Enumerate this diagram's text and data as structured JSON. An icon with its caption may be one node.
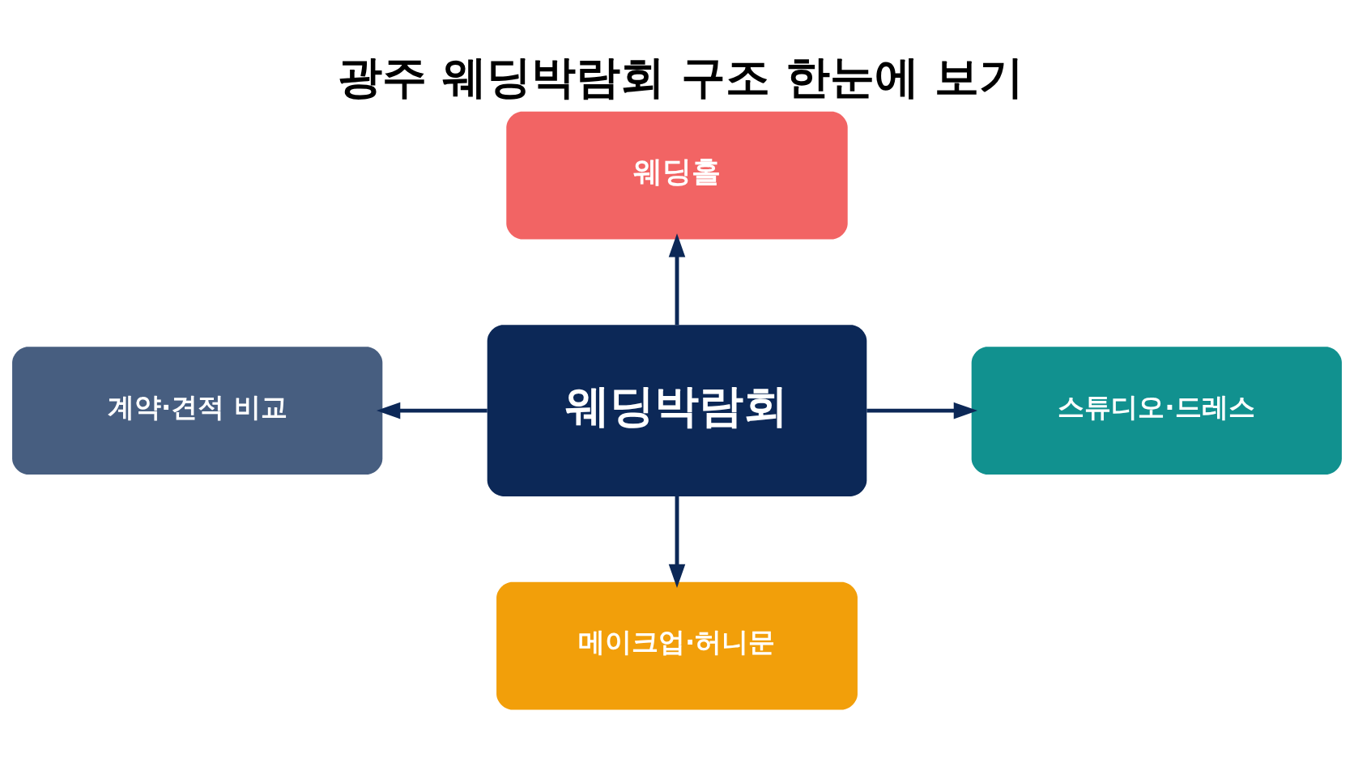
{
  "diagram": {
    "title": "광주 웨딩박람회 구조 한눈에 보기",
    "nodes": [
      {
        "text": [
          "웨딩홀"
        ]
      },
      {
        "text": [
          "계약·견적 비교"
        ]
      },
      {
        "text": [
          "웨딩박람회"
        ]
      },
      {
        "text": [
          "스튜디오·드레스"
        ]
      },
      {
        "text": [
          "메이크업·허니문"
        ]
      }
    ],
    "edges": [
      {
        "from": 2,
        "to": 0,
        "arrow": "to"
      },
      {
        "from": 2,
        "to": 1,
        "arrow": "to"
      },
      {
        "from": 2,
        "to": 3,
        "arrow": "to"
      },
      {
        "from": 2,
        "to": 4,
        "arrow": "to"
      }
    ]
  }
}
